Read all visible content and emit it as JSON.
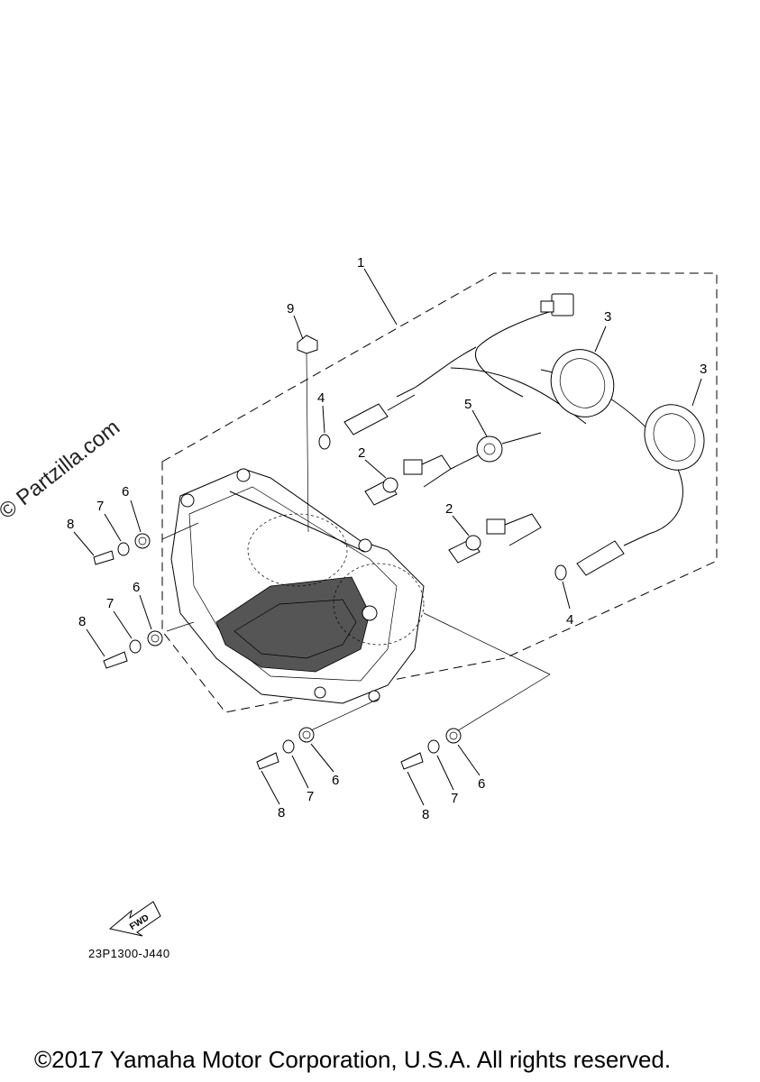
{
  "watermark": "© Partzilla.com",
  "callouts": {
    "c1": "1",
    "c2a": "2",
    "c2b": "2",
    "c3a": "3",
    "c3b": "3",
    "c4a": "4",
    "c4b": "4",
    "c5": "5",
    "c6a": "6",
    "c6b": "6",
    "c6c": "6",
    "c6d": "6",
    "c7a": "7",
    "c7b": "7",
    "c7c": "7",
    "c7d": "7",
    "c8a": "8",
    "c8b": "8",
    "c8c": "8",
    "c8d": "8",
    "c9": "9"
  },
  "fwd_label": "FWD",
  "diagram_code": "23P1300-J440",
  "copyright": "©2017 Yamaha Motor Corporation, U.S.A. All rights reserved."
}
